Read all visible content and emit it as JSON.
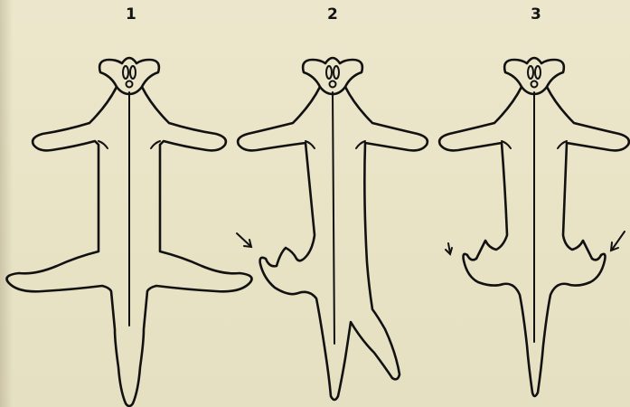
{
  "figure": {
    "panels": [
      {
        "label": "1",
        "annotation": "none"
      },
      {
        "label": "2",
        "annotation": "arrow-left-hindlimb"
      },
      {
        "label": "3",
        "annotation": "arrows-both-hindlimbs"
      }
    ]
  },
  "colors": {
    "paper": "#ebe6cb",
    "ink": "#111111"
  }
}
